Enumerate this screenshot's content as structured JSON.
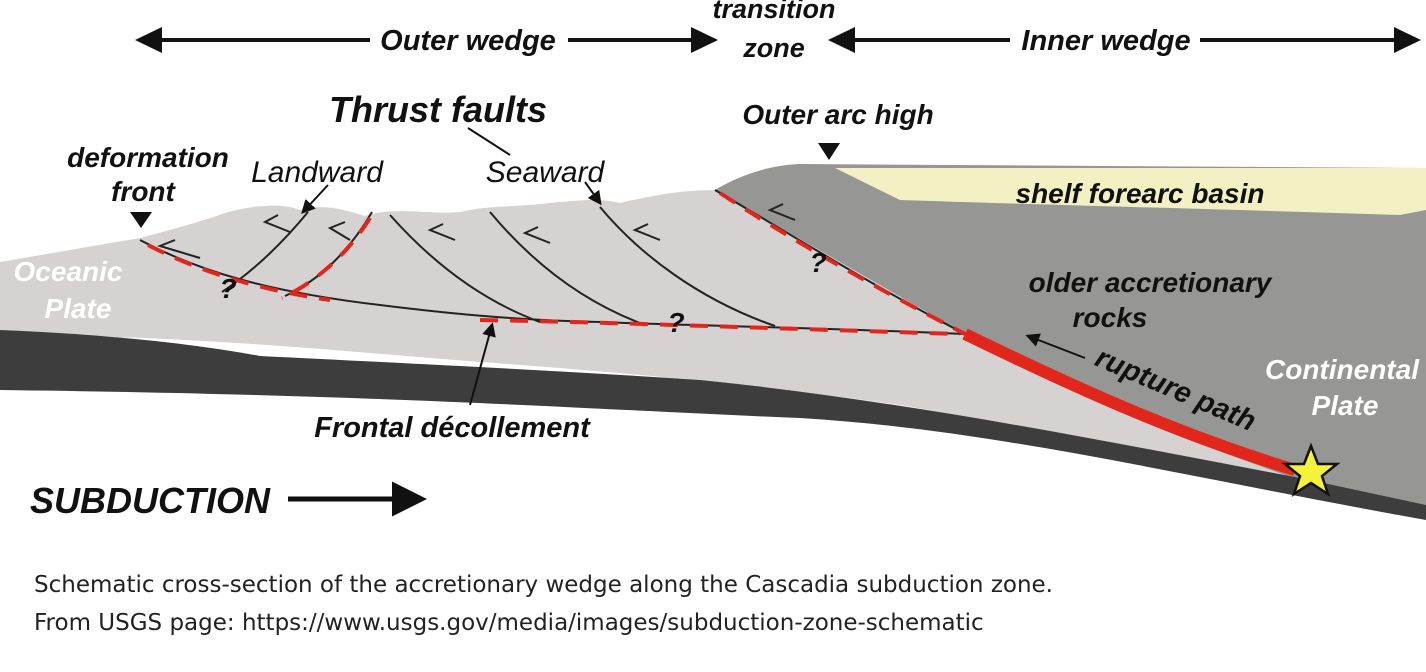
{
  "header": {
    "outer_wedge": "Outer wedge",
    "transition_line1": "transition",
    "transition_line2": "zone",
    "inner_wedge": "Inner wedge"
  },
  "labels": {
    "thrust_faults": "Thrust faults",
    "landward": "Landward",
    "seaward": "Seaward",
    "deformation_front_line1": "deformation",
    "deformation_front_line2": "front",
    "outer_arc_high": "Outer arc high",
    "shelf_forearc_basin": "shelf forearc basin",
    "older_accretionary_line1": "older accretionary",
    "older_accretionary_line2": "rocks",
    "oceanic_plate_line1": "Oceanic",
    "oceanic_plate_line2": "Plate",
    "continental_plate_line1": "Continental",
    "continental_plate_line2": "Plate",
    "rupture_path": "rupture path",
    "frontal_decollement": "Frontal décollement",
    "subduction": "SUBDUCTION",
    "question_mark": "?"
  },
  "caption": {
    "line1": "Schematic cross-section of the accretionary wedge along the Cascadia subduction zone.",
    "line2": "From USGS page: https://www.usgs.gov/media/images/subduction-zone-schematic"
  },
  "colors": {
    "wedge_fill": "#d6d2d2",
    "older_rocks_fill": "#969694",
    "oceanic_plate_fill": "#3d3d3d",
    "shelf_basin_fill": "#f3f0c4",
    "fault_red": "#e1261c",
    "star_fill": "#f5f23a"
  }
}
